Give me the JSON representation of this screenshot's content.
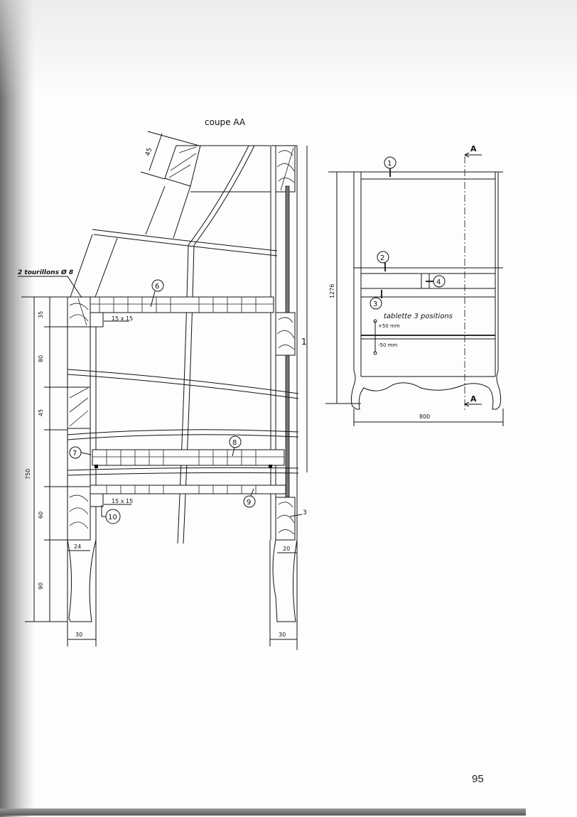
{
  "section_title": "coupe AA",
  "page_number": "95",
  "section_view": {
    "annotations": {
      "dowels": "2 tourillons Ø 8",
      "cleat_top": "15 x 15",
      "cleat_bottom": "15 x 15",
      "part_1": "1",
      "part_3": "3"
    },
    "callouts": [
      "6",
      "7",
      "8",
      "9",
      "10"
    ],
    "dimensions": {
      "back_rail": "45",
      "top_rail": "35",
      "gap": "80",
      "mid_rail": "45",
      "total_height": "750",
      "bottom_rail": "60",
      "leg": "90",
      "front_thickness": "24",
      "back_thickness": "20",
      "front_leg_width": "30",
      "back_leg_width": "30"
    }
  },
  "front_view": {
    "callouts": [
      "1",
      "2",
      "3",
      "4"
    ],
    "section_marker": "A",
    "shelf_note": "tablette 3 positions",
    "shelf_up": "+50 mm",
    "shelf_down": "-50 mm",
    "height": "1276",
    "width": "800"
  }
}
